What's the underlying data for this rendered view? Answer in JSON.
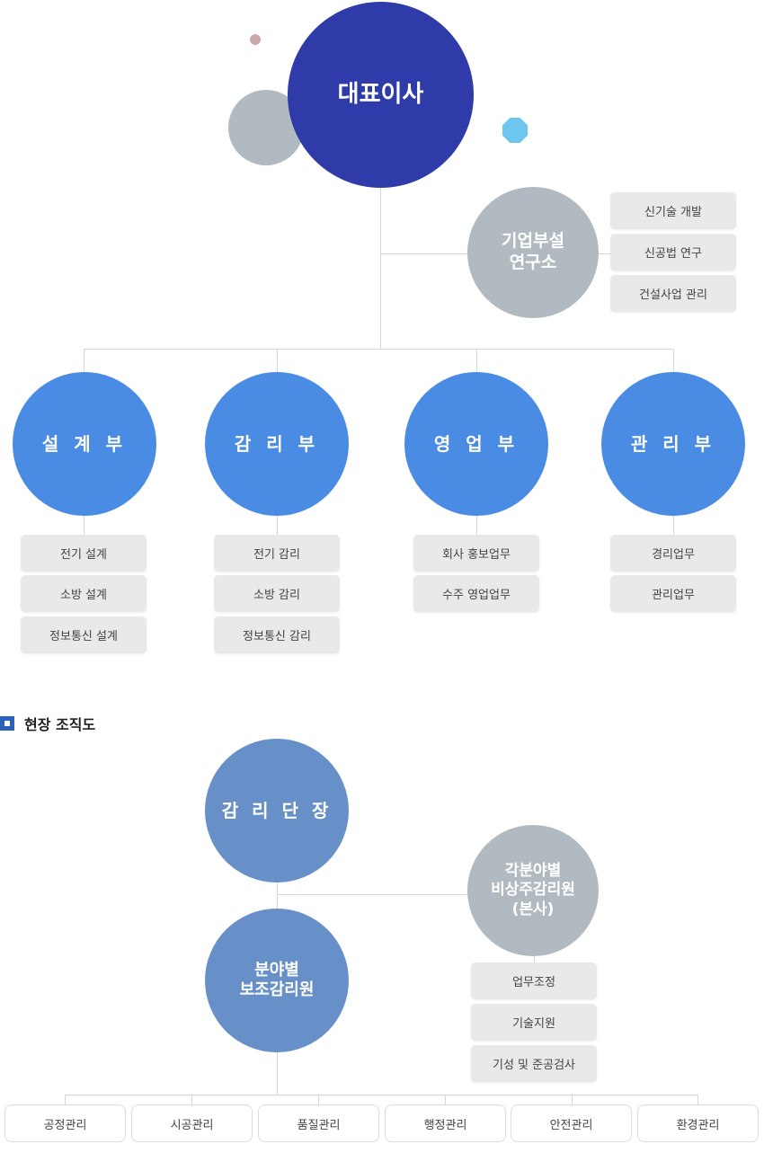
{
  "top": {
    "ceo": "대표이사",
    "lab": {
      "title": "기업부설\n연구소",
      "items": [
        "신기술 개발",
        "신공법 연구",
        "건설사업 관리"
      ]
    },
    "departments": [
      {
        "name": "설 계 부",
        "items": [
          "전기 설계",
          "소방 설계",
          "정보통신 설계"
        ]
      },
      {
        "name": "감 리 부",
        "items": [
          "전기 감리",
          "소방 감리",
          "정보통신 감리"
        ]
      },
      {
        "name": "영 업 부",
        "items": [
          "회사 홍보업무",
          "수주 영업업무"
        ]
      },
      {
        "name": "관 리 부",
        "items": [
          "경리업무",
          "관리업무"
        ]
      }
    ]
  },
  "site": {
    "section_title": "현장 조직도",
    "head": "감 리 단 장",
    "assistant": "분야별\n보조감리원",
    "hq": {
      "title": "각분야별\n비상주감리원\n(본사)",
      "items": [
        "업무조정",
        "기술지원",
        "기성 및 준공검사"
      ]
    },
    "bottom": [
      "공정관리",
      "시공관리",
      "품질관리",
      "행정관리",
      "안전관리",
      "환경관리"
    ]
  },
  "colors": {
    "ceo": "#2e3ba8",
    "grey_circle": "#b1bac0",
    "dept": "#4a8be3",
    "site": "#6890c8",
    "accent_cyan": "#6cc6ef",
    "accent_dot": "#c9a9a9"
  }
}
